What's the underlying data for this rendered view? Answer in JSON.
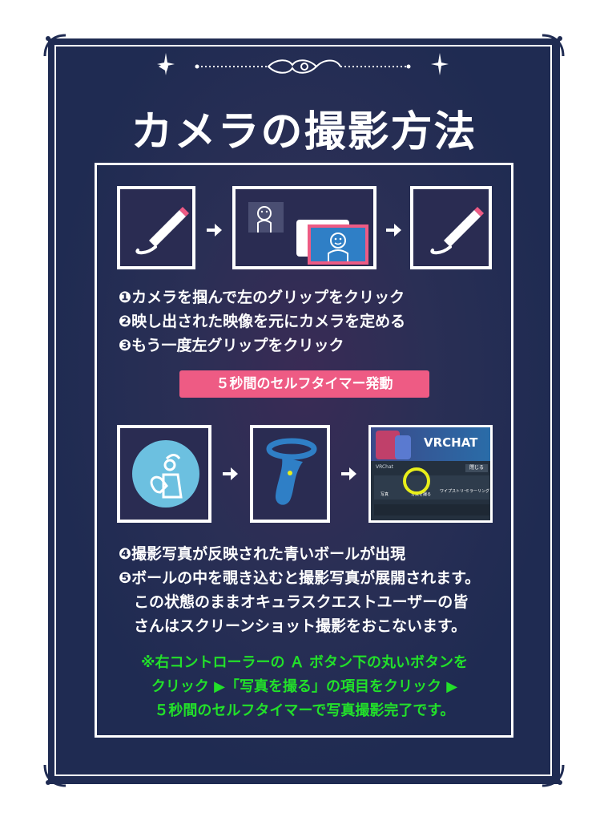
{
  "title": "カメラの撮影方法",
  "steps_a": [
    "❶カメラを掴んで左のグリップをクリック",
    "❷映し出された映像を元にカメラを定める",
    "❸もう一度左グリップをクリック"
  ],
  "badge": "５秒間のセルフタイマー発動",
  "steps_b": [
    "❹撮影写真が反映された青いボールが出現",
    "❺ボールの中を覗き込むと撮影写真が展開されます。",
    "　この状態のままオキュラスクエストユーザーの皆",
    "　さんはスクリーンショット撮影をおこないます。"
  ],
  "note": [
    "※右コントローラーの Ａ ボタン下の丸いボタンを",
    "クリック ▶「写真を撮る」の項目をクリック ▶",
    "５秒間のセルフタイマーで写真撮影完了です。"
  ],
  "screenshot": {
    "logo": "VRCHAT",
    "menu_title": "VRChat",
    "btn_close": "閉じる",
    "item1": "写真",
    "item2": "写真を撮る",
    "item3": "ワイプストリー",
    "item4": "ミラーリング"
  },
  "colors": {
    "background": "#1f2b52",
    "accent_pink": "#ee5b84",
    "note_green": "#22e02a",
    "icon_blue": "#2f7fc6",
    "ball_blue": "#6cc0e0",
    "highlight_yellow": "#e8ee1a"
  },
  "icons": [
    "pen-camera-icon",
    "arrow-right-icon",
    "camera-preview-icon",
    "blue-ball-icon",
    "controller-icon",
    "corner-ornament-icon",
    "sparkle-icon"
  ]
}
